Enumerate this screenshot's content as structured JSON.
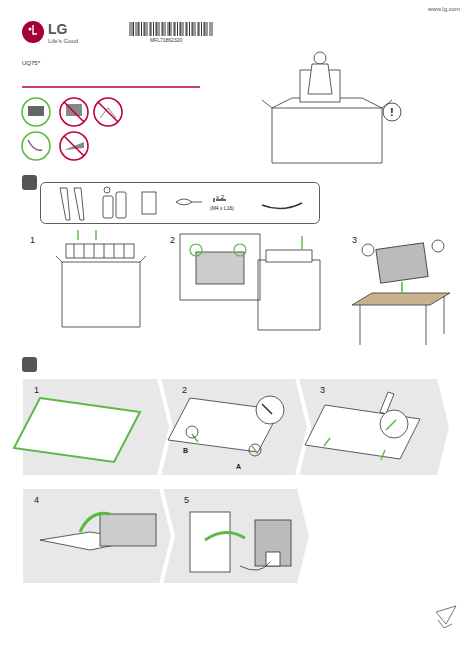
{
  "diagram": {
    "nodes": [
      {
        "text": [
          "x 2",
          "(M4 x L16)"
        ]
      },
      {
        "text": [
          "1"
        ]
      },
      {
        "text": [
          "2"
        ]
      },
      {
        "text": [
          "3"
        ]
      },
      {
        "text": [
          "4"
        ]
      },
      {
        "text": [
          "5"
        ]
      }
    ],
    "labels": [
      "www.lg.com",
      "LG",
      "Life's Good",
      "UQ75*",
      "MFL71862320",
      "!",
      "1",
      "2",
      "3",
      "A",
      "B"
    ]
  }
}
